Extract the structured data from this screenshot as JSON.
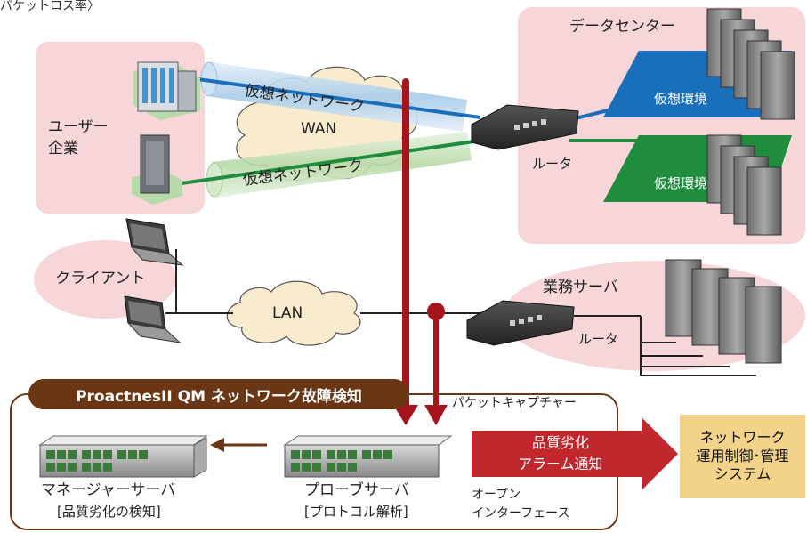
{
  "page": {
    "top_caption": "パケットロス率〉"
  },
  "datacenter": {
    "title": "データセンター",
    "virtual_env_1": "仮想環境",
    "virtual_env_2": "仮想環境",
    "router": "ルータ"
  },
  "user_company": {
    "label_line1": "ユーザー",
    "label_line2": "企業"
  },
  "wan": {
    "label": "WAN",
    "tunnel_1": "仮想ネットワーク",
    "tunnel_2": "仮想ネットワーク"
  },
  "client": {
    "label": "クライアント"
  },
  "lan": {
    "label": "LAN",
    "router": "ルータ"
  },
  "business_server": {
    "label": "業務サーバ"
  },
  "qm_panel": {
    "title": "ProactnesII QM ネットワーク故障検知",
    "packet_capture": "パケットキャプチャー",
    "manager_server": "マネージャーサーバ",
    "manager_sub": "[品質劣化の検知]",
    "probe_server": "プローブサーバ",
    "probe_sub": "[プロトコル解析]",
    "alarm_line1": "品質劣化",
    "alarm_line2": "アラーム通知",
    "open_if_line1": "オープン",
    "open_if_line2": "インターフェース"
  },
  "management_system": {
    "line1": "ネットワーク",
    "line2": "運用制御･管理",
    "line3": "システム"
  },
  "colors": {
    "pink_bg": "#f6d6d8",
    "capture_red": "#a8141e",
    "alarm_red": "#c0282e",
    "brown": "#6b3614",
    "blue_env": "#1a6fba",
    "green_env": "#1f8c3e",
    "cloud": "#f9ebcd",
    "mgmt_box": "#f3d28a"
  }
}
